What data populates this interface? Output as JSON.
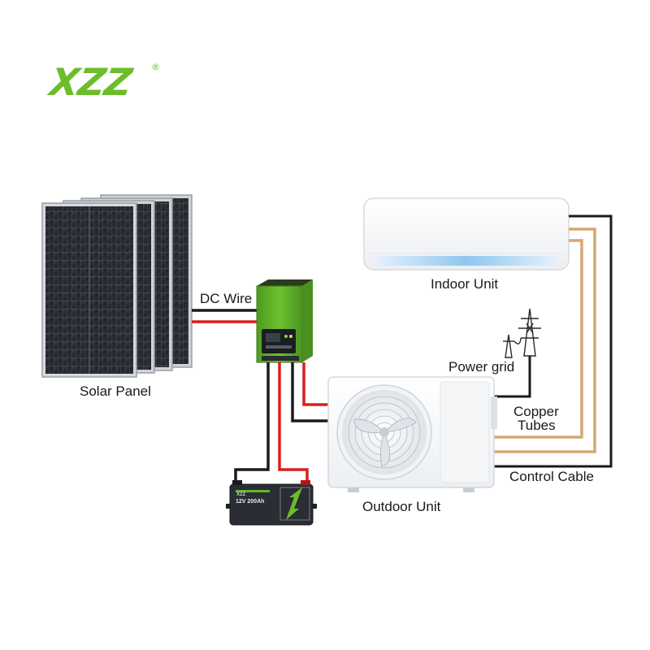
{
  "brand": {
    "logo_text": "XZZ",
    "registered_mark": "®",
    "color": "#6cbd2b"
  },
  "labels": {
    "dc_wire": "DC Wire",
    "solar_panel": "Solar Panel",
    "indoor_unit": "Indoor Unit",
    "power_grid": "Power grid",
    "copper_tubes_line1": "Copper",
    "copper_tubes_line2": "Tubes",
    "control_cable": "Control Cable",
    "outdoor_unit": "Outdoor Unit"
  },
  "battery": {
    "brand_text": "XZZ",
    "spec_text": "12V 200Ah"
  },
  "colors": {
    "wire_red": "#d81e1e",
    "wire_black": "#1a1a1a",
    "copper_tube": "#d6a870",
    "controller_green": "#62b82a",
    "panel_dark": "#2a2d33"
  }
}
